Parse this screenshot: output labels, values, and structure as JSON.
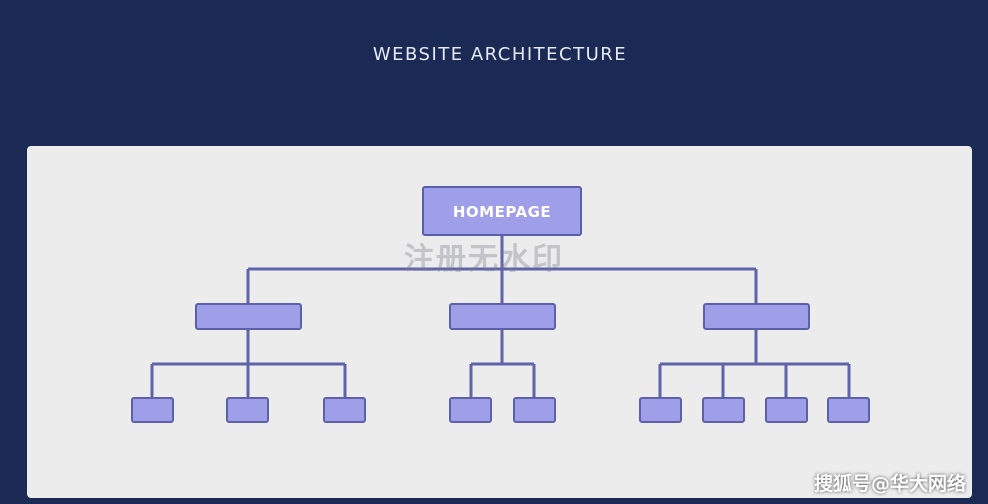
{
  "title": "WEBSITE ARCHITECTURE",
  "root_label": "HOMEPAGE",
  "watermark_text": "注册无水印",
  "credit_text": "搜狐号@华大网络",
  "colors": {
    "background": "#1b2a55",
    "panel": "#ececec",
    "node_fill": "#9e9ee9",
    "node_stroke": "#5d62a8",
    "connector": "#5f64aa"
  },
  "hierarchy": {
    "root": "HOMEPAGE",
    "level2_count": 3,
    "level3_children_per_level2": [
      3,
      2,
      4
    ]
  }
}
